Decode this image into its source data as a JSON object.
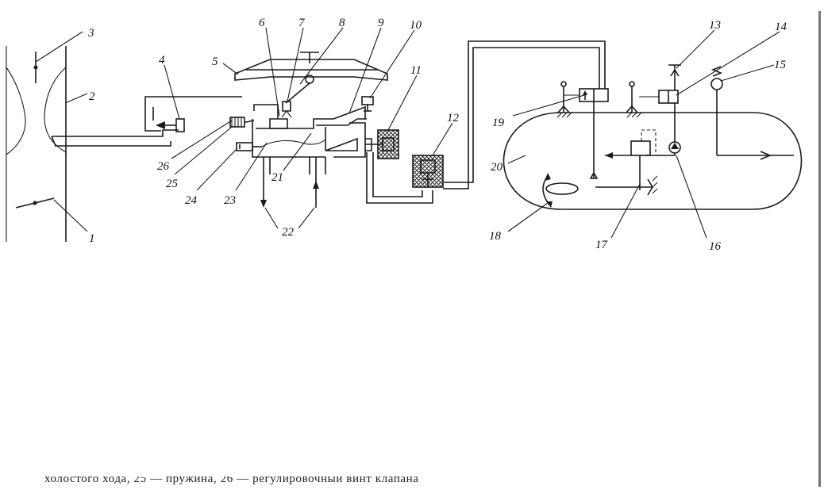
{
  "figure": {
    "callouts": [
      "1",
      "2",
      "3",
      "4",
      "5",
      "6",
      "7",
      "8",
      "9",
      "10",
      "11",
      "12",
      "13",
      "14",
      "15",
      "16",
      "17",
      "18",
      "19",
      "20",
      "21",
      "22",
      "23",
      "24",
      "25",
      "26"
    ]
  },
  "caption": {
    "text": "холостого хода, 25 — пружина, 26 — регулировочный винт клапана"
  }
}
